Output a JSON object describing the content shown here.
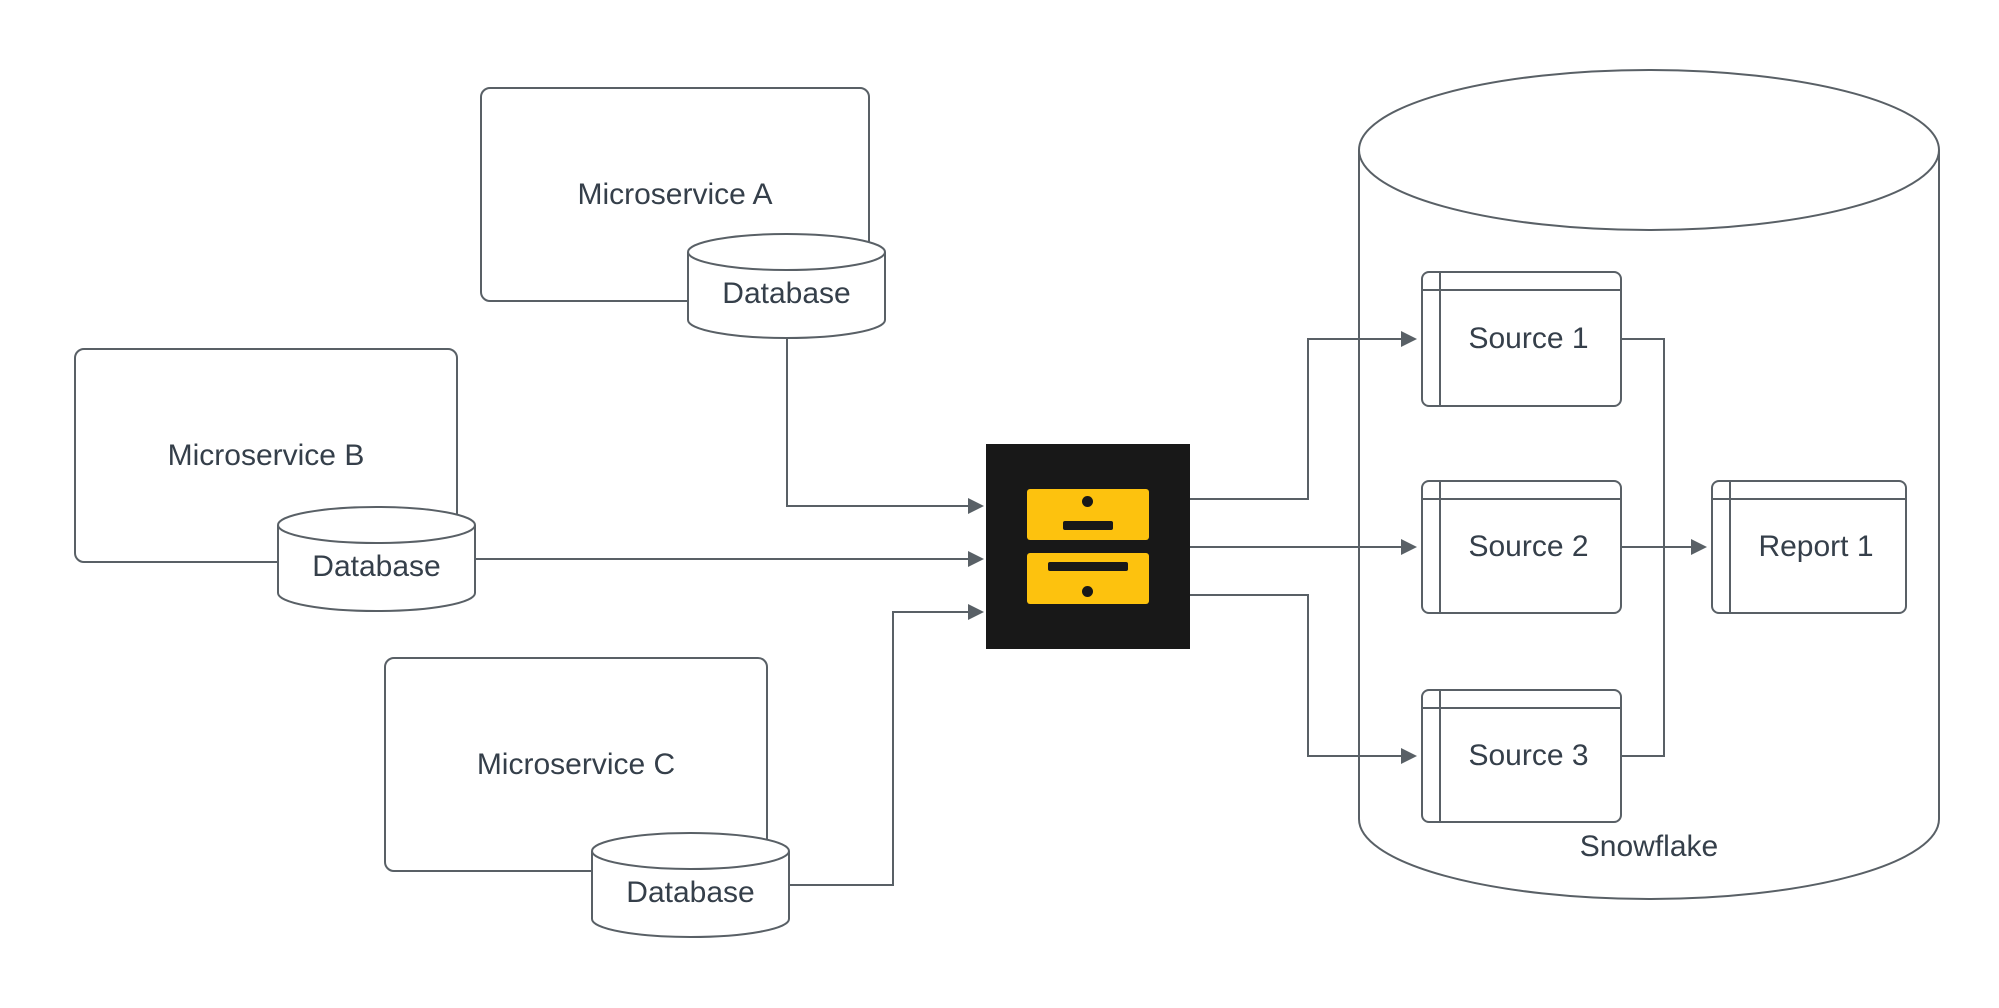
{
  "colors": {
    "stroke": "#596066",
    "text": "#353f4a",
    "logo_background": "#181818",
    "logo_accent": "#fdc20e"
  },
  "icons": {
    "pipeline_logo": "cdc-pipeline-logo"
  },
  "nodes": {
    "microservice_a": {
      "label": "Microservice A"
    },
    "microservice_b": {
      "label": "Microservice B"
    },
    "microservice_c": {
      "label": "Microservice C"
    },
    "database_a": {
      "label": "Database"
    },
    "database_b": {
      "label": "Database"
    },
    "database_c": {
      "label": "Database"
    },
    "warehouse": {
      "label": "Snowflake"
    },
    "source_1": {
      "label": "Source 1"
    },
    "source_2": {
      "label": "Source 2"
    },
    "source_3": {
      "label": "Source 3"
    },
    "report_1": {
      "label": "Report 1"
    }
  }
}
